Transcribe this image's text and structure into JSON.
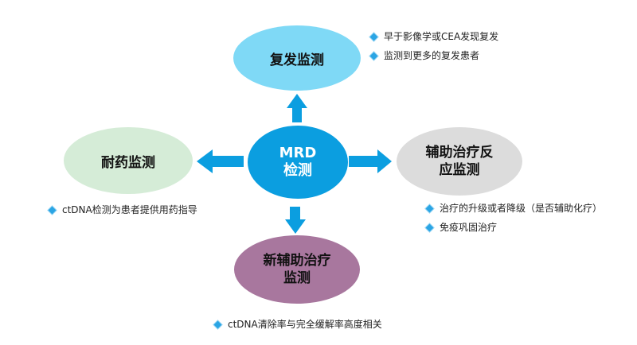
{
  "center": {
    "line1": "MRD",
    "line2": "检测"
  },
  "nodes": {
    "top": {
      "label": "复发监测"
    },
    "left": {
      "label": "耐药监测"
    },
    "right": {
      "line1": "辅助治疗反",
      "line2": "应监测"
    },
    "bottom": {
      "line1": "新辅助治疗",
      "line2": "监测"
    }
  },
  "bullets": {
    "top": [
      "早于影像学或CEA发现复发",
      "监测到更多的复发患者"
    ],
    "left": [
      "ctDNA检测为患者提供用药指导"
    ],
    "right": [
      "治疗的升级或者降级（是否辅助化疗）",
      "免疫巩固治疗"
    ],
    "bottom": [
      "ctDNA清除率与完全缓解率高度相关"
    ]
  },
  "colors": {
    "center": "#0b9ee0",
    "arrow": "#0b9ee0",
    "top": "#7fd9f6",
    "left": "#d5ecd7",
    "right": "#dcdcdc",
    "bottom": "#a8779e",
    "bullet": "#2ba5e4"
  }
}
